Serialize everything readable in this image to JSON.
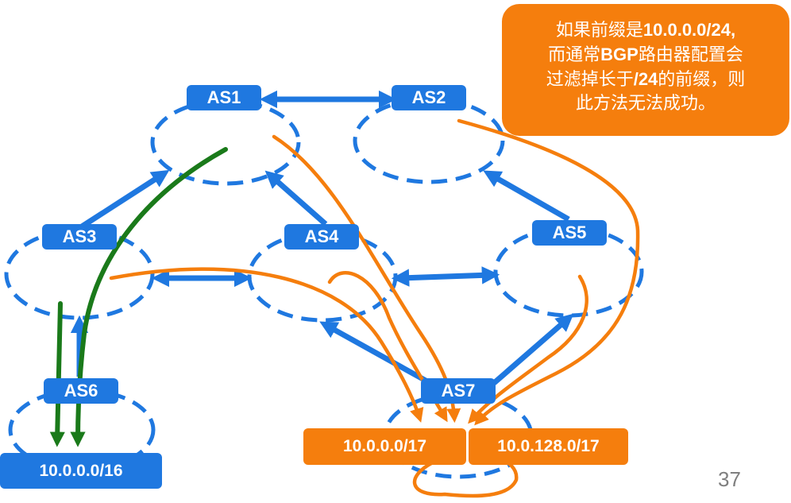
{
  "colors": {
    "blue": "#1f78e0",
    "orange": "#f57e0d",
    "green": "#1a7a1a"
  },
  "nodes": {
    "as1": "AS1",
    "as2": "AS2",
    "as3": "AS3",
    "as4": "AS4",
    "as5": "AS5",
    "as6": "AS6",
    "as7": "AS7"
  },
  "prefixes": {
    "as6_prefix": "10.0.0.0/16",
    "as7_prefix_low": "10.0.0.0/17",
    "as7_prefix_high": "10.0.128.0/17"
  },
  "callout": {
    "line1_a": "如果前缀是",
    "line1_b": "10.0.0.0/24,",
    "line2_a": "而通常",
    "line2_b": "BGP",
    "line2_c": "路由器配置会",
    "line3_a": "过滤掉长于",
    "line3_b": "/24",
    "line3_c": "的前缀，则",
    "line4": "此方法无法成功。"
  },
  "slide_number": "37"
}
